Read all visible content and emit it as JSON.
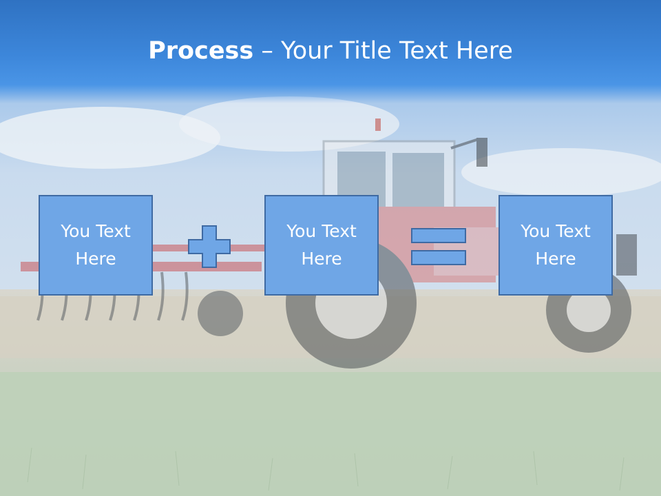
{
  "header": {
    "title_bold": "Process",
    "title_rest": " – Your Title Text Here"
  },
  "process": {
    "boxes": [
      {
        "text": "You Text Here"
      },
      {
        "text": "You Text Here"
      },
      {
        "text": "You Text Here"
      }
    ],
    "operators": [
      "plus-icon",
      "equals-icon"
    ]
  },
  "colors": {
    "header_blue": "#3d87db",
    "box_fill": "#6fa6e6",
    "box_border": "#3e6aa3",
    "text": "#ffffff"
  }
}
